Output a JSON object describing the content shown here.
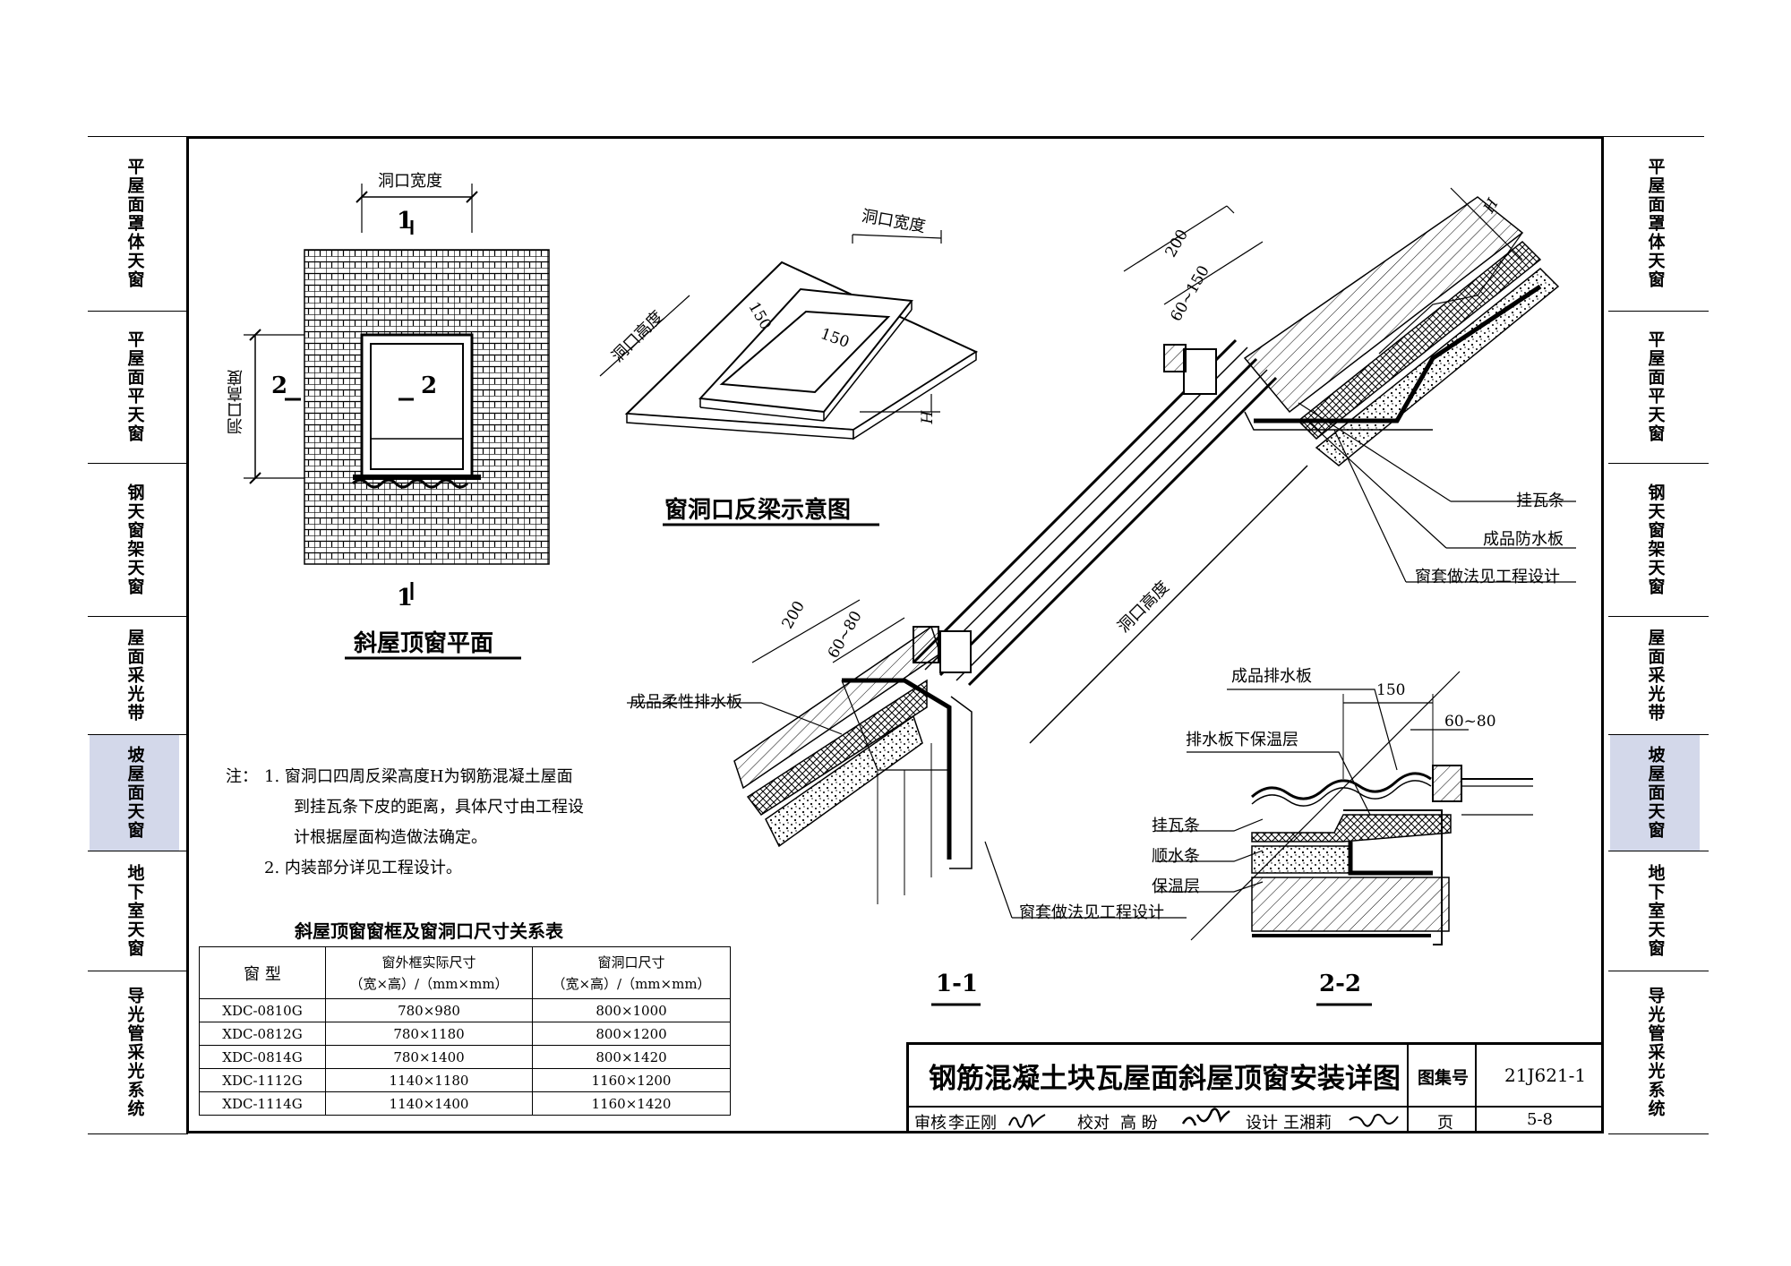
{
  "left_nav": [
    "平屋面罩体天窗",
    "平屋面平天窗",
    "钢天窗架天窗",
    "屋面采光带",
    "坡屋面天窗",
    "地下室天窗",
    "导光管采光系统"
  ],
  "right_nav": [
    "平屋面罩体天窗",
    "平屋面平天窗",
    "钢天窗架天窗",
    "屋面采光带",
    "坡屋面天窗",
    "地下室天窗",
    "导光管采光系统"
  ],
  "active_index": 4,
  "plan": {
    "title": "斜屋顶窗平面",
    "width_label": "洞口宽度",
    "height_label": "洞口高度",
    "sec1": "1",
    "sec2": "2"
  },
  "beam": {
    "title": "窗洞口反梁示意图",
    "width_label": "洞口宽度",
    "height_label": "洞口高度",
    "d150a": "150",
    "d150b": "150",
    "h": "H"
  },
  "section11": {
    "title": "1-1",
    "d200_top": "200",
    "d60_150": "60~150",
    "h_top": "H",
    "opening_height": "洞口高度",
    "d200_bot": "200",
    "d60_80": "60~80",
    "lbl_guawatiao": "挂瓦条",
    "lbl_waterproof": "成品防水板",
    "lbl_sleeve_top": "窗套做法见工程设计",
    "lbl_flexible": "成品柔性排水板",
    "lbl_sleeve_bot": "窗套做法见工程设计"
  },
  "section22": {
    "title": "2-2",
    "lbl_drain": "成品排水板",
    "d150": "150",
    "d60_80": "60~80",
    "lbl_insul_under": "排水板下保温层",
    "lbl_guawatiao": "挂瓦条",
    "lbl_shunshui": "顺水条",
    "lbl_insul": "保温层"
  },
  "notes": {
    "head": "注：",
    "n1a": "1.  窗洞口四周反梁高度H为钢筋混凝土屋面",
    "n1b": "到挂瓦条下皮的距离，具体尺寸由工程设",
    "n1c": "计根据屋面构造做法确定。",
    "n2": "2.  内装部分详见工程设计。"
  },
  "table": {
    "caption": "斜屋顶窗窗框及窗洞口尺寸关系表",
    "col1": "窗  型",
    "col2a": "窗外框实际尺寸",
    "col2b": "（宽×高）/（mm×mm）",
    "col3a": "窗洞口尺寸",
    "col3b": "（宽×高）/（mm×mm）",
    "rows": [
      [
        "XDC-0810G",
        "780×980",
        "800×1000"
      ],
      [
        "XDC-0812G",
        "780×1180",
        "800×1200"
      ],
      [
        "XDC-0814G",
        "780×1400",
        "800×1420"
      ],
      [
        "XDC-1112G",
        "1140×1180",
        "1160×1200"
      ],
      [
        "XDC-1114G",
        "1140×1400",
        "1160×1420"
      ]
    ]
  },
  "title_block": {
    "title": "钢筋混凝土块瓦屋面斜屋顶窗安装详图",
    "atlas_label": "图集号",
    "atlas_no": "21J621-1",
    "review_label": "审核",
    "reviewer": "李正刚",
    "check_label": "校对",
    "checker": "高  盼",
    "design_label": "设计",
    "designer": "王湘莉",
    "page_label": "页",
    "page_no": "5-8"
  }
}
